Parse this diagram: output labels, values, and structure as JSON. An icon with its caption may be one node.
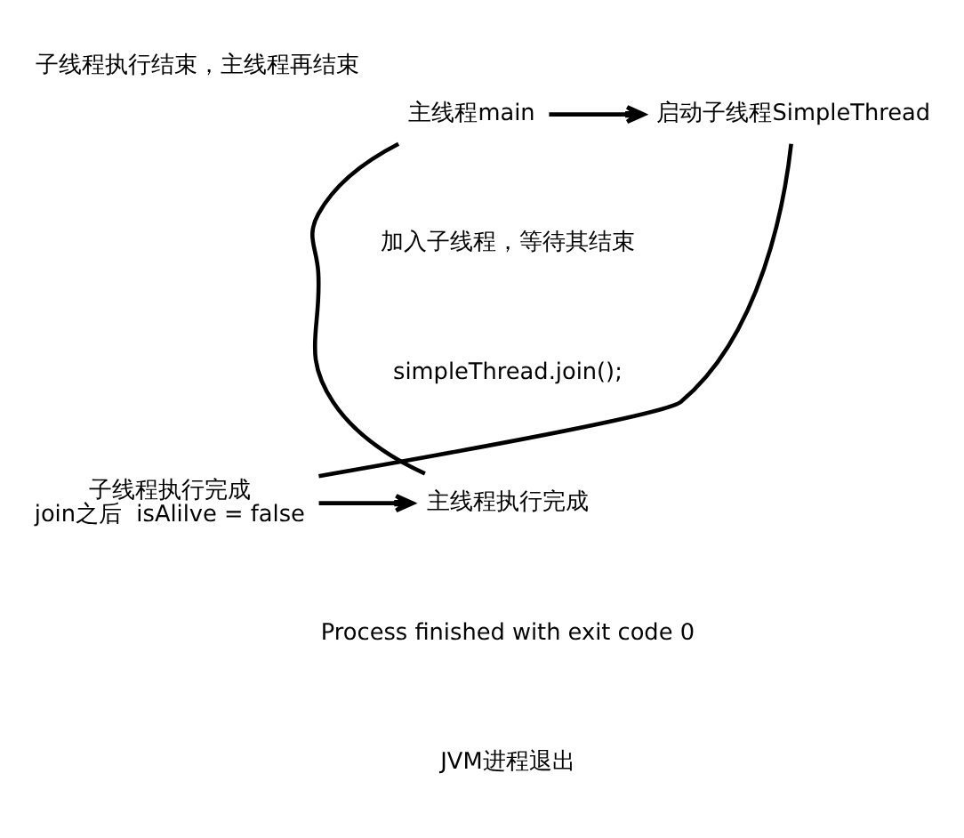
{
  "diagram": {
    "title": "子线程执行结束，主线程再结束",
    "nodes": [
      {
        "text": [
          "主线程main"
        ]
      },
      {
        "text": [
          "启动子线程SimpleThread"
        ]
      },
      {
        "text": [
          "子线程执行完成"
        ],
        "beside": [
          "join之后  isAlilve = false"
        ]
      },
      {
        "text": [
          "主线程执行完成"
        ]
      }
    ],
    "edges": [
      {
        "from": 0,
        "to": 1,
        "arrow": "to"
      },
      {
        "from": 0,
        "to": 3,
        "arrow": "none"
      },
      {
        "from": 1,
        "to": 2,
        "arrow": "none"
      },
      {
        "from": 2,
        "to": 3,
        "arrow": "to"
      }
    ],
    "labels": [
      "加入子线程，等待其结束",
      "simpleThread.join();",
      "Process finished with exit code 0",
      "JVM进程退出"
    ]
  }
}
